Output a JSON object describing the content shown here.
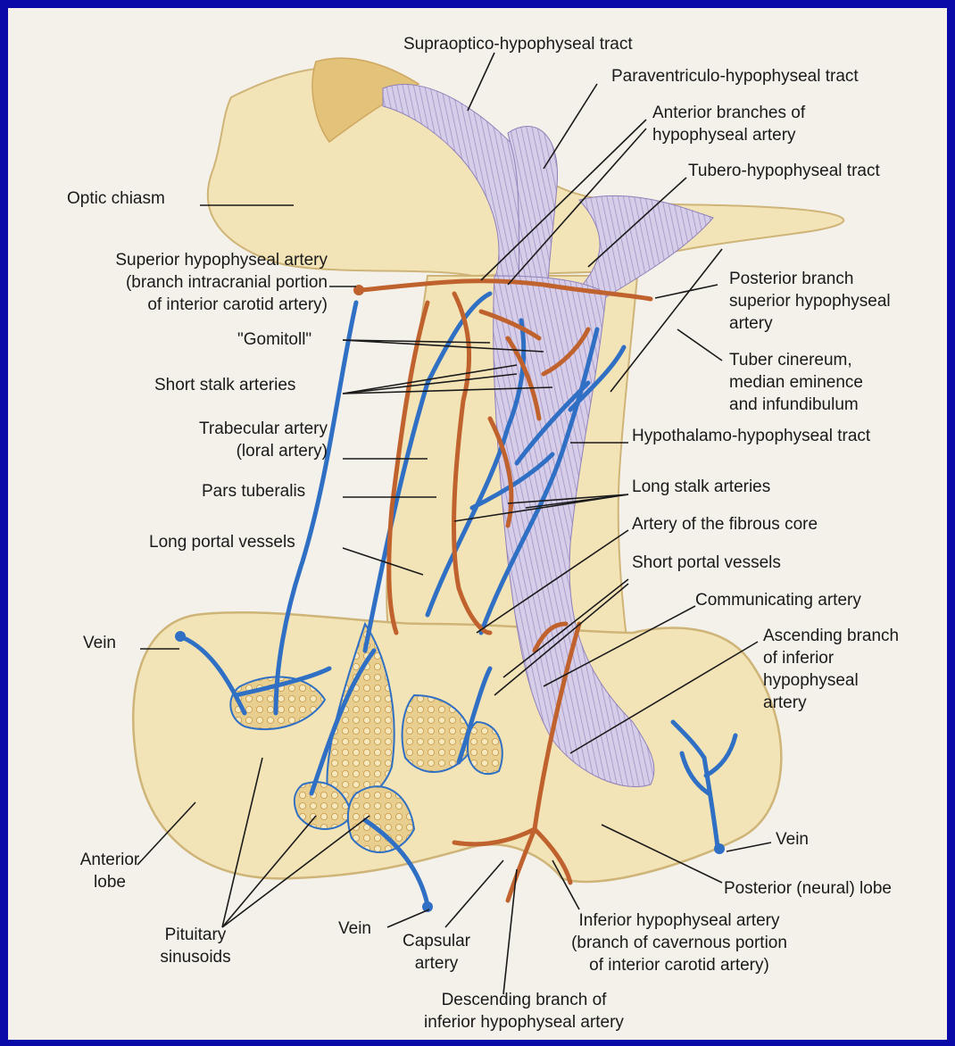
{
  "labels": {
    "supraoptico_tract": "Supraoptico-hypophyseal tract",
    "paraventriculo_tract": "Paraventriculo-hypophyseal tract",
    "anterior_branches": "Anterior branches of\nhypophyseal artery",
    "tubero_tract": "Tubero-hypophyseal tract",
    "optic_chiasm": "Optic chiasm",
    "superior_artery": "Superior hypophyseal artery\n(branch intracranial portion\nof interior carotid artery)",
    "posterior_branch": "Posterior branch\nsuperior hypophyseal\nartery",
    "gomitoli": "\"Gomitoll\"",
    "tuber_cinereum": "Tuber cinereum,\nmedian eminence\nand infundibulum",
    "short_stalk": "Short stalk arteries",
    "trabecular": "Trabecular artery\n(loral artery)",
    "hypothalamo_tract": "Hypothalamo-hypophyseal tract",
    "pars_tuberalis": "Pars tuberalis",
    "long_stalk": "Long stalk arteries",
    "fibrous_core": "Artery of the fibrous core",
    "long_portal": "Long portal vessels",
    "short_portal": "Short portal vessels",
    "communicating": "Communicating artery",
    "vein_left": "Vein",
    "ascending_branch": "Ascending branch\nof inferior\nhypophyseal\nartery",
    "anterior_lobe": "Anterior\nlobe",
    "vein_right": "Vein",
    "posterior_lobe": "Posterior (neural) lobe",
    "pituitary_sinusoids": "Pituitary\nsinusoids",
    "vein_bottom": "Vein",
    "capsular": "Capsular\nartery",
    "inferior_artery": "Inferior hypophyseal artery\n(branch of cavernous portion\nof interior carotid artery)",
    "descending_branch": "Descending branch of\ninferior hypophyseal artery"
  },
  "colors": {
    "frame": "#0a0aa8",
    "tissue": "#f3e4b8",
    "tissue_dark": "#e3c27a",
    "artery": "#c0622e",
    "vein": "#2f6fc4",
    "tract": "#c8bcdf"
  }
}
